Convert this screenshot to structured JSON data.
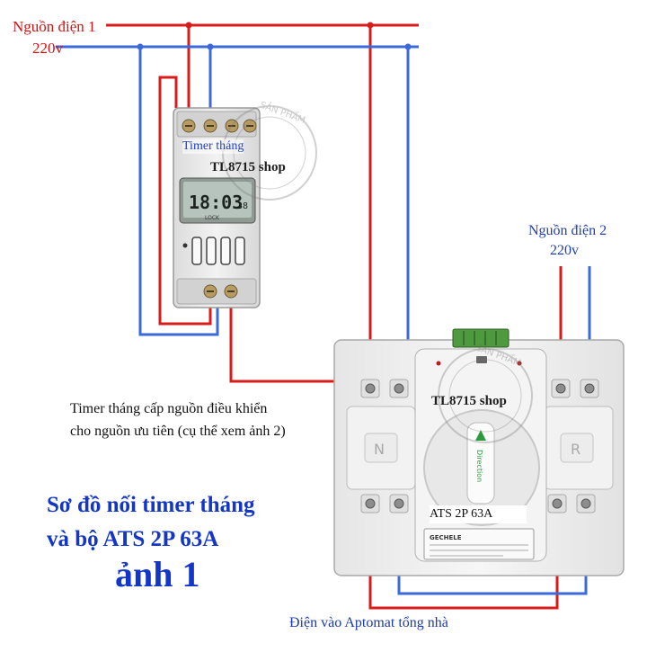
{
  "source1": {
    "title": "Nguồn điện 1",
    "voltage": "220v"
  },
  "source2": {
    "title": "Nguồn điện 2",
    "voltage": "220v"
  },
  "timer": {
    "label": "Timer tháng",
    "shop": "TL8715 shop",
    "display_time": "18:03",
    "display_seconds": "38",
    "display_mode": "LOCK"
  },
  "description": {
    "line1": "Timer tháng cấp nguồn điều khiển",
    "line2": "cho nguồn ưu tiên (cụ thể xem ảnh 2)"
  },
  "title": {
    "line1": "Sơ đồ nối timer tháng",
    "line2": "và bộ ATS 2P 63A",
    "line3": "ảnh 1"
  },
  "ats": {
    "label": "ATS 2P 63A",
    "shop": "TL8715 shop",
    "brand": "GECHELE",
    "left_letter": "N",
    "right_letter": "R",
    "knob_text": "Direction"
  },
  "watermark": "SẢN PHẨM",
  "output_label": "Điện vào Aptomat tổng nhà",
  "colors": {
    "live": "#d81c1c",
    "neutral": "#3c6ad8",
    "title": "#1436c8"
  }
}
